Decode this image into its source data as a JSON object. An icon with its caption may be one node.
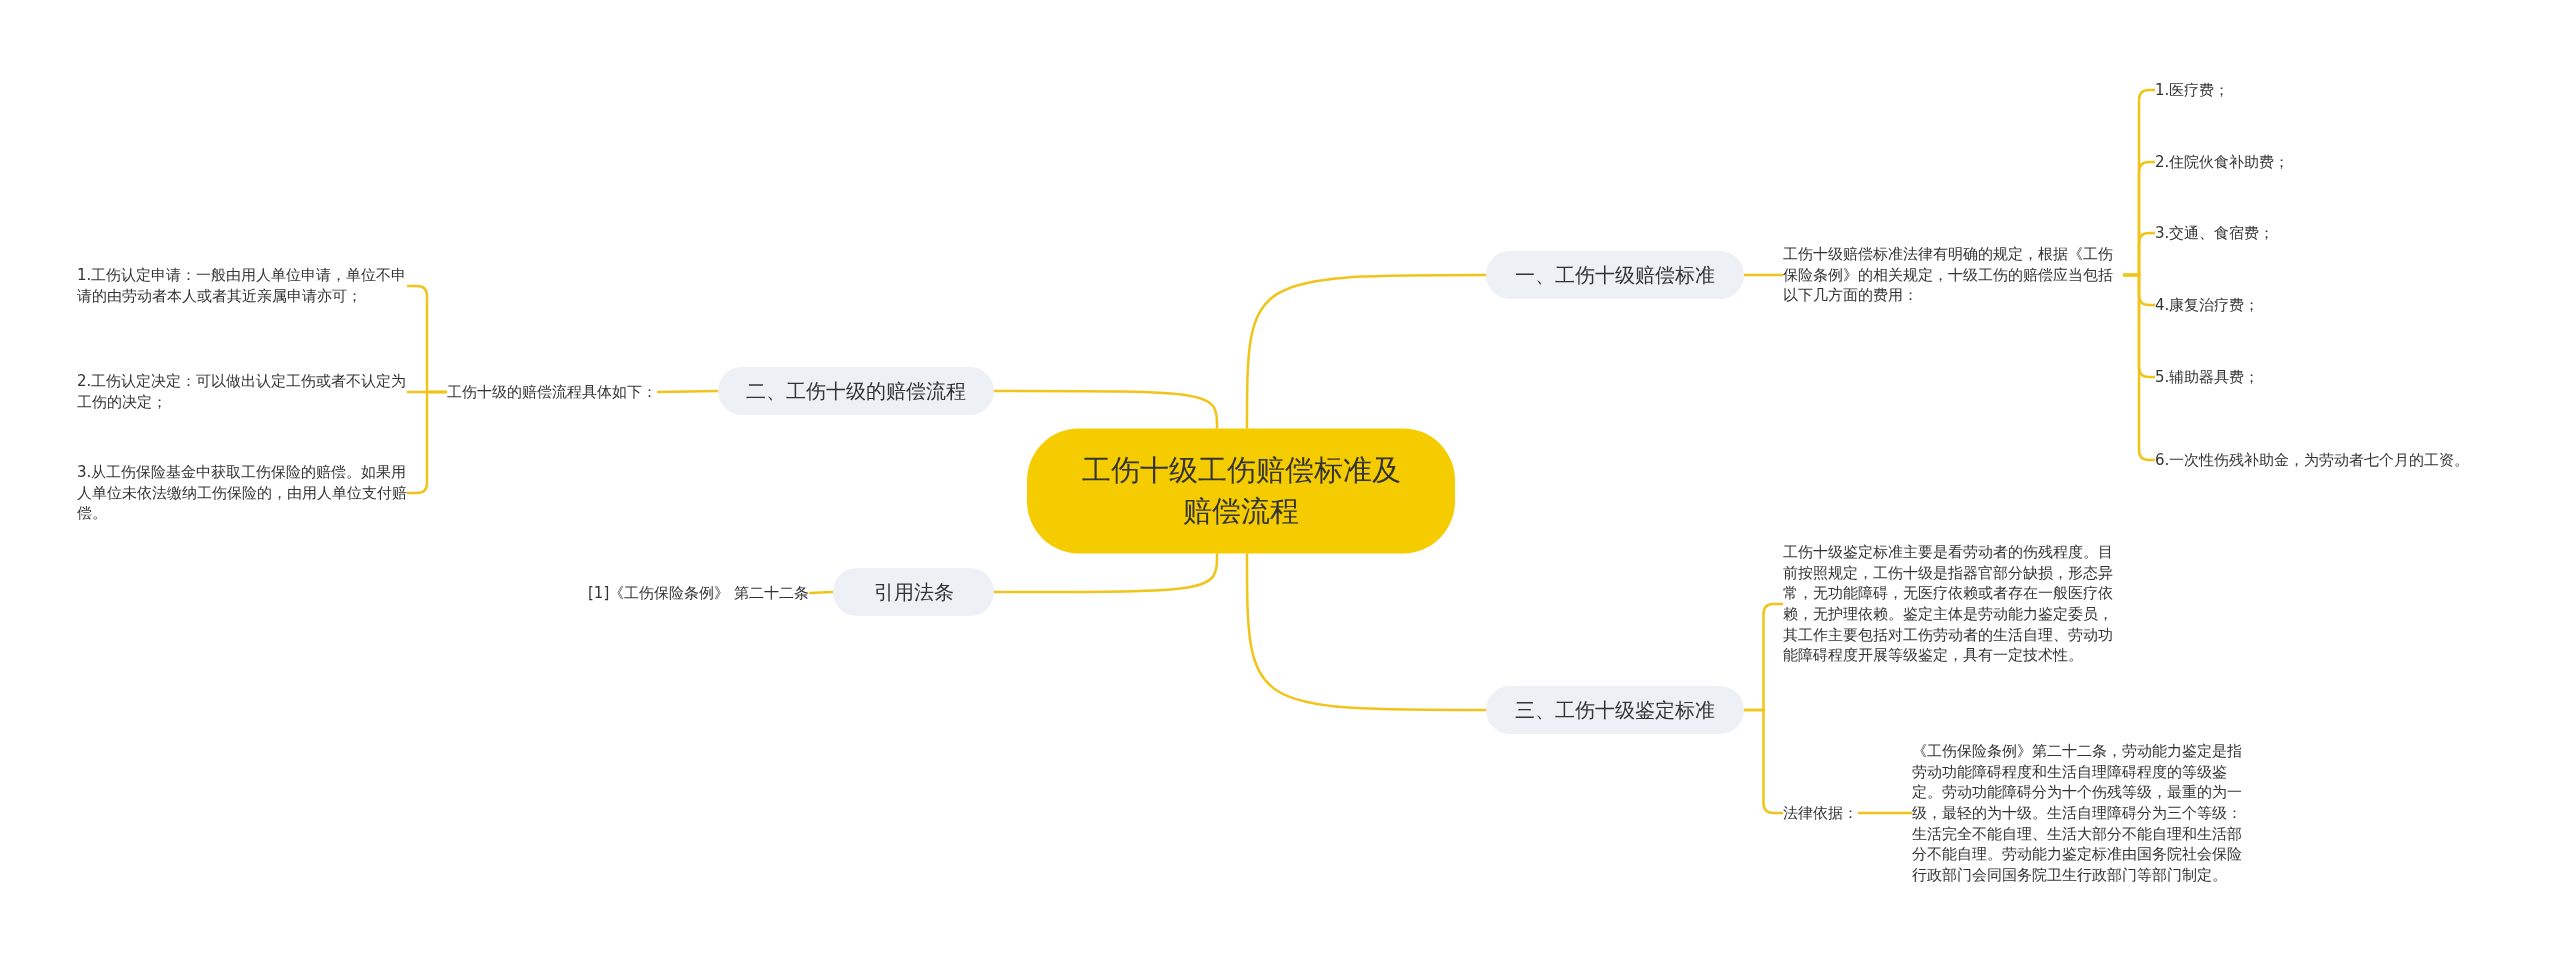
{
  "diagram": {
    "nodes": [
      {
        "text": [
          "工伤十级工伤赔偿标准及赔偿流程"
        ]
      },
      {
        "text": [
          "一、工伤十级赔偿标准"
        ]
      },
      {
        "text": [
          "工伤十级赔偿标准法律有明确的规定，根据《工伤保险条例》的相关规定，十级工伤的赔偿应当包括以下几方面的费用："
        ]
      },
      {
        "text": [
          "1.医疗费；"
        ]
      },
      {
        "text": [
          "2.住院伙食补助费；"
        ]
      },
      {
        "text": [
          "3.交通、食宿费；"
        ]
      },
      {
        "text": [
          "4.康复治疗费；"
        ]
      },
      {
        "text": [
          "5.辅助器具费；"
        ]
      },
      {
        "text": [
          "6.一次性伤残补助金，为劳动者七个月的工资。"
        ]
      },
      {
        "text": [
          "二、工伤十级的赔偿流程"
        ]
      },
      {
        "text": [
          "工伤十级的赔偿流程具体如下："
        ]
      },
      {
        "text": [
          "1.工伤认定申请：一般由用人单位申请，单位不申请的由劳动者本人或者其近亲属申请亦可；"
        ]
      },
      {
        "text": [
          "2.工伤认定决定：可以做出认定工伤或者不认定为工伤的决定；"
        ]
      },
      {
        "text": [
          "3.从工伤保险基金中获取工伤保险的赔偿。如果用人单位未依法缴纳工伤保险的，由用人单位支付赔偿。"
        ]
      },
      {
        "text": [
          "引用法条"
        ]
      },
      {
        "text": [
          "[1]《工伤保险条例》 第二十二条"
        ]
      },
      {
        "text": [
          "三、工伤十级鉴定标准"
        ]
      },
      {
        "text": [
          "工伤十级鉴定标准主要是看劳动者的伤残程度。目前按照规定，工伤十级是指器官部分缺损，形态异常，无功能障碍，无医疗依赖或者存在一般医疗依赖，无护理依赖。鉴定主体是劳动能力鉴定委员，其工作主要包括对工伤劳动者的生活自理、劳动功能障碍程度开展等级鉴定，具有一定技术性。"
        ]
      },
      {
        "text": [
          "法律依据："
        ]
      },
      {
        "text": [
          "《工伤保险条例》第二十二条，劳动能力鉴定是指劳动功能障碍程度和生活自理障碍程度的等级鉴定。劳动功能障碍分为十个伤残等级，最重的为一级，最轻的为十级。生活自理障碍分为三个等级：生活完全不能自理、生活大部分不能自理和生活部分不能自理。劳动能力鉴定标准由国务院社会保险行政部门会同国务院卫生行政部门等部门制定。"
        ]
      }
    ],
    "edges": [
      {
        "from": 0,
        "to": 1,
        "arrow": "none"
      },
      {
        "from": 0,
        "to": 9,
        "arrow": "none"
      },
      {
        "from": 0,
        "to": 14,
        "arrow": "none"
      },
      {
        "from": 0,
        "to": 16,
        "arrow": "none"
      },
      {
        "from": 1,
        "to": 2,
        "arrow": "none"
      },
      {
        "from": 2,
        "to": 3,
        "arrow": "none"
      },
      {
        "from": 2,
        "to": 4,
        "arrow": "none"
      },
      {
        "from": 2,
        "to": 5,
        "arrow": "none"
      },
      {
        "from": 2,
        "to": 6,
        "arrow": "none"
      },
      {
        "from": 2,
        "to": 7,
        "arrow": "none"
      },
      {
        "from": 2,
        "to": 8,
        "arrow": "none"
      },
      {
        "from": 9,
        "to": 10,
        "arrow": "none"
      },
      {
        "from": 10,
        "to": 11,
        "arrow": "none"
      },
      {
        "from": 10,
        "to": 12,
        "arrow": "none"
      },
      {
        "from": 10,
        "to": 13,
        "arrow": "none"
      },
      {
        "from": 14,
        "to": 15,
        "arrow": "none"
      },
      {
        "from": 16,
        "to": 17,
        "arrow": "none"
      },
      {
        "from": 16,
        "to": 18,
        "arrow": "none"
      },
      {
        "from": 18,
        "to": 19,
        "arrow": "none"
      }
    ]
  }
}
